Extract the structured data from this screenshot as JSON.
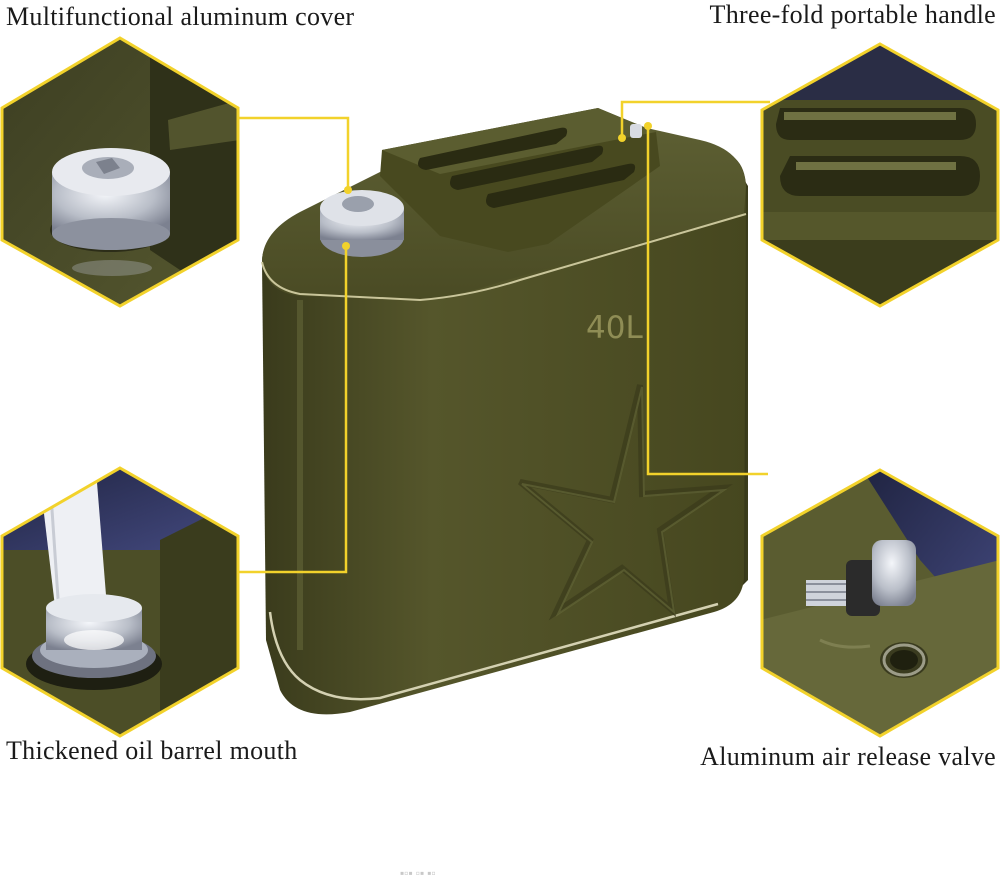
{
  "callouts": {
    "cover": {
      "label": "Multifunctional aluminum cover"
    },
    "handle": {
      "label": "Three-fold portable handle"
    },
    "mouth": {
      "label": "Thickened oil barrel mouth"
    },
    "valve": {
      "label": "Aluminum air release valve"
    }
  },
  "can": {
    "capacity_mark": "40L",
    "body_color": "#4e4f26",
    "accent_color": "#f2d22b"
  }
}
